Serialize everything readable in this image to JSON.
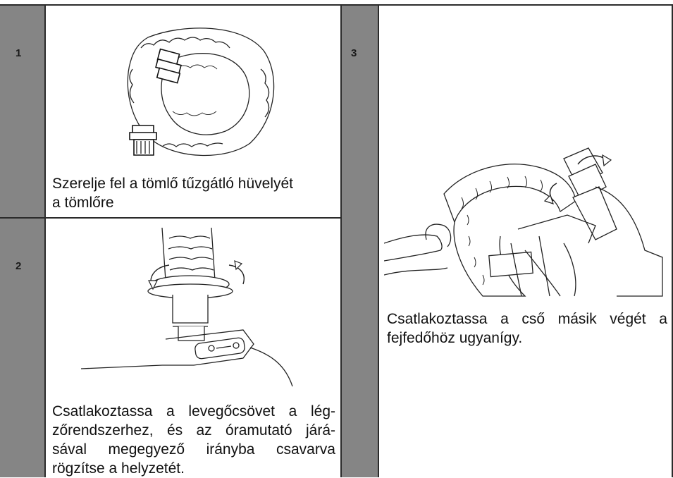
{
  "steps": [
    {
      "number": "1",
      "caption_lines": [
        "Szerelje fel a tömlő tűzgátló hüvelyét",
        "a tömlőre"
      ]
    },
    {
      "number": "2",
      "caption_lines": [
        "Csatlakoztassa a levegőcsövet a lég-",
        "zőrendszerhez, és az óramutató járá-",
        "sával megegyező irányba csavarva",
        "rögzítse a helyzetét."
      ]
    },
    {
      "number": "3",
      "caption_lines": [
        "Csatlakoztassa a cső másik végét a",
        "fejfedőhöz ugyanígy."
      ]
    }
  ]
}
